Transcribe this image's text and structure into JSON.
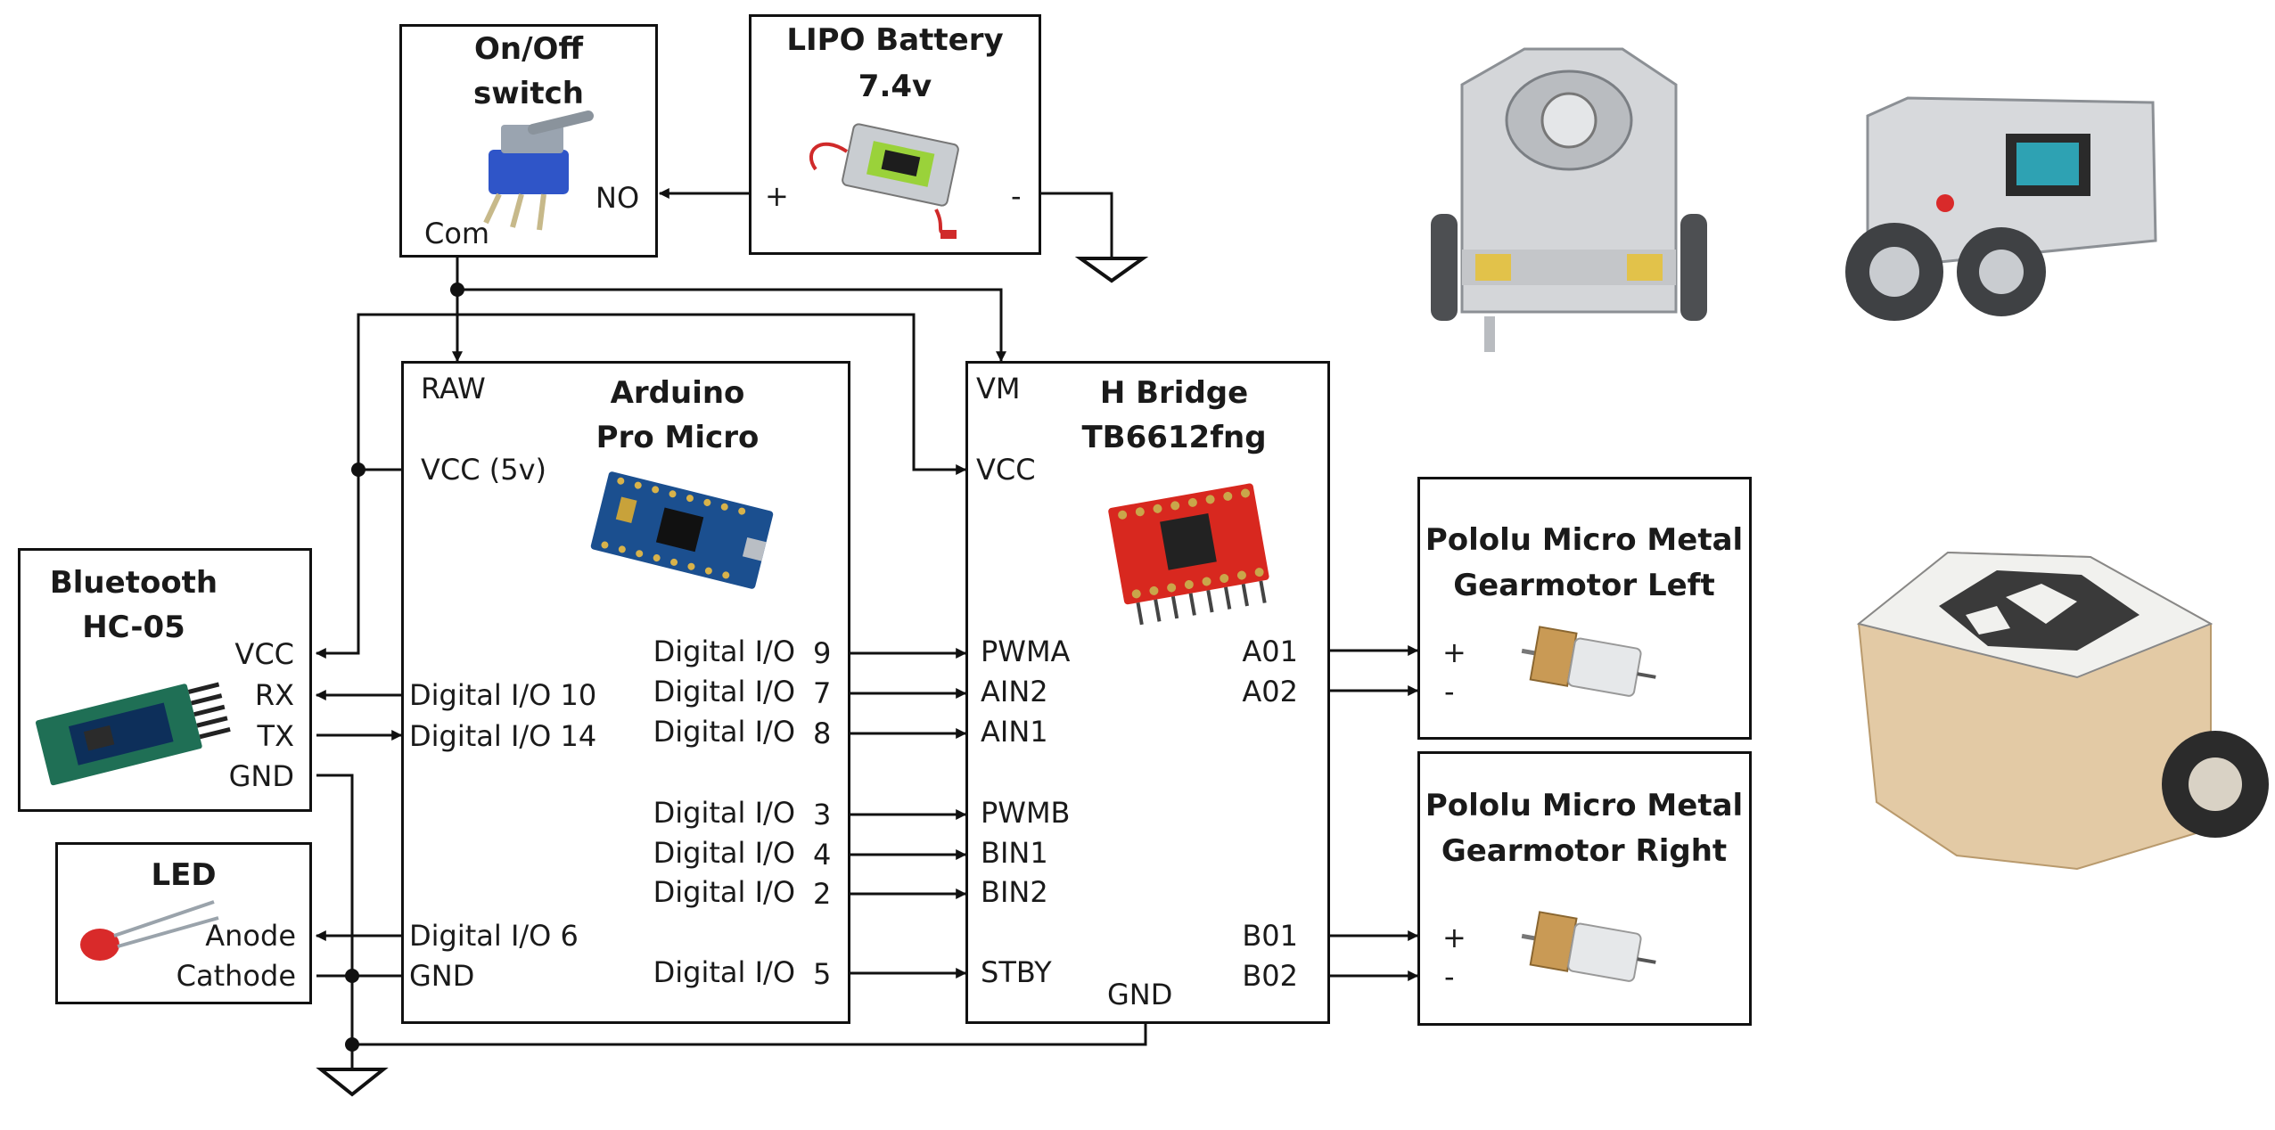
{
  "power": {
    "switch": {
      "title1": "On/Off",
      "title2": "switch",
      "pin_no": "NO",
      "pin_com": "Com"
    },
    "battery": {
      "title1": "LIPO Battery",
      "title2": "7.4v",
      "plus": "+",
      "minus": "-"
    }
  },
  "arduino": {
    "title1": "Arduino",
    "title2": "Pro Micro",
    "left_pins": [
      "RAW",
      "VCC (5v)",
      "Digital I/O 10",
      "Digital I/O 14",
      "Digital I/O 6",
      "GND"
    ],
    "right_pins": [
      {
        "label": "Digital I/O",
        "num": "9"
      },
      {
        "label": "Digital I/O",
        "num": "7"
      },
      {
        "label": "Digital I/O",
        "num": "8"
      },
      {
        "label": "Digital I/O",
        "num": "3"
      },
      {
        "label": "Digital I/O",
        "num": "4"
      },
      {
        "label": "Digital I/O",
        "num": "2"
      },
      {
        "label": "Digital I/O",
        "num": "5"
      }
    ]
  },
  "hbridge": {
    "title1": "H Bridge",
    "title2": "TB6612fng",
    "left_pins": [
      "VM",
      "VCC",
      "PWMA",
      "AIN2",
      "AIN1",
      "PWMB",
      "BIN1",
      "BIN2",
      "STBY"
    ],
    "right_pins": [
      "A01",
      "A02",
      "B01",
      "B02"
    ],
    "gnd": "GND"
  },
  "bluetooth": {
    "title1": "Bluetooth",
    "title2": "HC-05",
    "pins": [
      "VCC",
      "RX",
      "TX",
      "GND"
    ]
  },
  "led": {
    "title": "LED",
    "anode": "Anode",
    "cathode": "Cathode"
  },
  "motor_left": {
    "title1": "Pololu Micro Metal",
    "title2": "Gearmotor Left",
    "plus": "+",
    "minus": "-"
  },
  "motor_right": {
    "title1": "Pololu Micro Metal",
    "title2": "Gearmotor Right",
    "plus": "+",
    "minus": "-"
  }
}
